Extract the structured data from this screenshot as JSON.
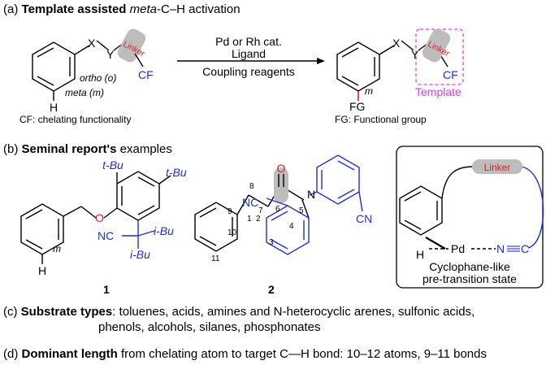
{
  "section_a": {
    "label": "(a)",
    "title_bold": "Template assisted",
    "title_italic": "meta",
    "title_rest": "-C–H activation",
    "left": {
      "x": "X",
      "y": "Y",
      "linker": "Linker",
      "cf": "CF",
      "ortho": "ortho (o)",
      "meta": "meta (m)",
      "h": "H",
      "caption": "CF: chelating functionality"
    },
    "arrow": {
      "line1": "Pd or Rh cat.",
      "line2": "Ligand",
      "line3": "Coupling reagents"
    },
    "right": {
      "x": "X",
      "y": "Y",
      "linker": "Linker",
      "cf": "CF",
      "m": "m",
      "fg": "FG",
      "template": "Template",
      "caption": "FG: Functional group"
    }
  },
  "section_b": {
    "label": "(b)",
    "title_bold": "Seminal report's",
    "title_rest": " examples",
    "cmpd1": {
      "tbu": "t-Bu",
      "o": "O",
      "nc": "NC",
      "ibu1": "i-Bu",
      "ibu2": "i-Bu",
      "m": "m",
      "h": "H",
      "number": "1"
    },
    "cmpd2": {
      "o": "O",
      "n": "N",
      "nc": "NC",
      "cn": "CN",
      "numbers": [
        "8",
        "7",
        "6",
        "5",
        "9",
        "10",
        "11",
        "4",
        "1",
        "2",
        "3"
      ],
      "number": "2"
    },
    "box": {
      "linker": "Linker",
      "h": "H",
      "pd": "Pd",
      "n": "N",
      "c": "C",
      "caption1": "Cyclophane-like",
      "caption2": "pre-transition state"
    }
  },
  "section_c": {
    "label": "(c)",
    "title_bold": "Substrate types",
    "line1": ": toluenes, acids, amines and N-heterocyclic arenes, sulfonic acids,",
    "line2": "phenols, alcohols, silanes, phosphonates"
  },
  "section_d": {
    "label": "(d)",
    "title_bold": "Dominant length",
    "rest": " from chelating atom to target C—H bond: 10–12 atoms, 9–11 bonds"
  },
  "colors": {
    "blue": "#1f2fd4",
    "red": "#e01b24",
    "magenta": "#e43ce0",
    "highlight": "#bdbdbd"
  }
}
